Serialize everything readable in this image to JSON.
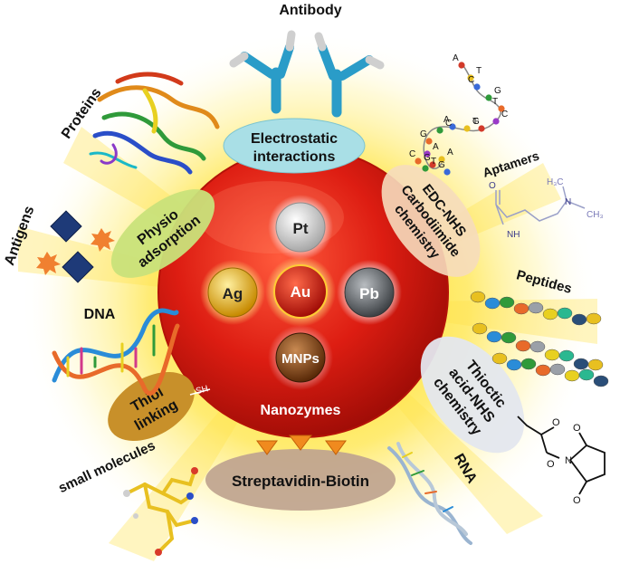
{
  "labels": {
    "antibody": "Antibody",
    "proteins": "Proteins",
    "aptamers": "Aptamers",
    "antigens": "Antigens",
    "dna": "DNA",
    "peptides": "Peptides",
    "rna": "RNA",
    "small_molecules": "small molecules"
  },
  "methods": {
    "electrostatic": [
      "Electrostatic",
      "interactions"
    ],
    "physio": [
      "Physio",
      "adsorption"
    ],
    "edc": [
      "EDC-NHS",
      "Carbodiimide",
      "chemistry"
    ],
    "thiol": [
      "Thiol",
      "linking"
    ],
    "thioctic": [
      "Thioctic",
      "acid-NHS",
      "chemistry"
    ],
    "streptavidin": "Streptavidin-Biotin"
  },
  "center": {
    "title": "Nanozymes",
    "particles": [
      {
        "name": "Pt",
        "color": "#d8d8d8"
      },
      {
        "name": "Ag",
        "color": "#e0a400"
      },
      {
        "name": "Au",
        "color": "#c81410"
      },
      {
        "name": "Pb",
        "color": "#6a6e72"
      },
      {
        "name": "MNPs",
        "color": "#7a3a12"
      }
    ]
  },
  "aptamer_letters": [
    "A",
    "T",
    "C",
    "G",
    "T",
    "C",
    "G",
    "T",
    "A",
    "C",
    "G",
    "A",
    "G",
    "A",
    "G",
    "T",
    "C"
  ],
  "sh_label": "SH",
  "chem": {
    "h3c": "H₃C",
    "ch3": "CH₃",
    "n": "N",
    "nh": "NH",
    "o": "O"
  },
  "colors": {
    "glow": "#ffd200",
    "core": "#d91e14",
    "electrostatic_ellipse": "#a9dfe6",
    "physio_ellipse": "#c9e27a",
    "edc_ellipse": "#f6dcbc",
    "thiol_ellipse": "#c8902a",
    "thioctic_ellipse": "#e4e7ee",
    "streptavidin_ellipse": "#bfa38f"
  }
}
